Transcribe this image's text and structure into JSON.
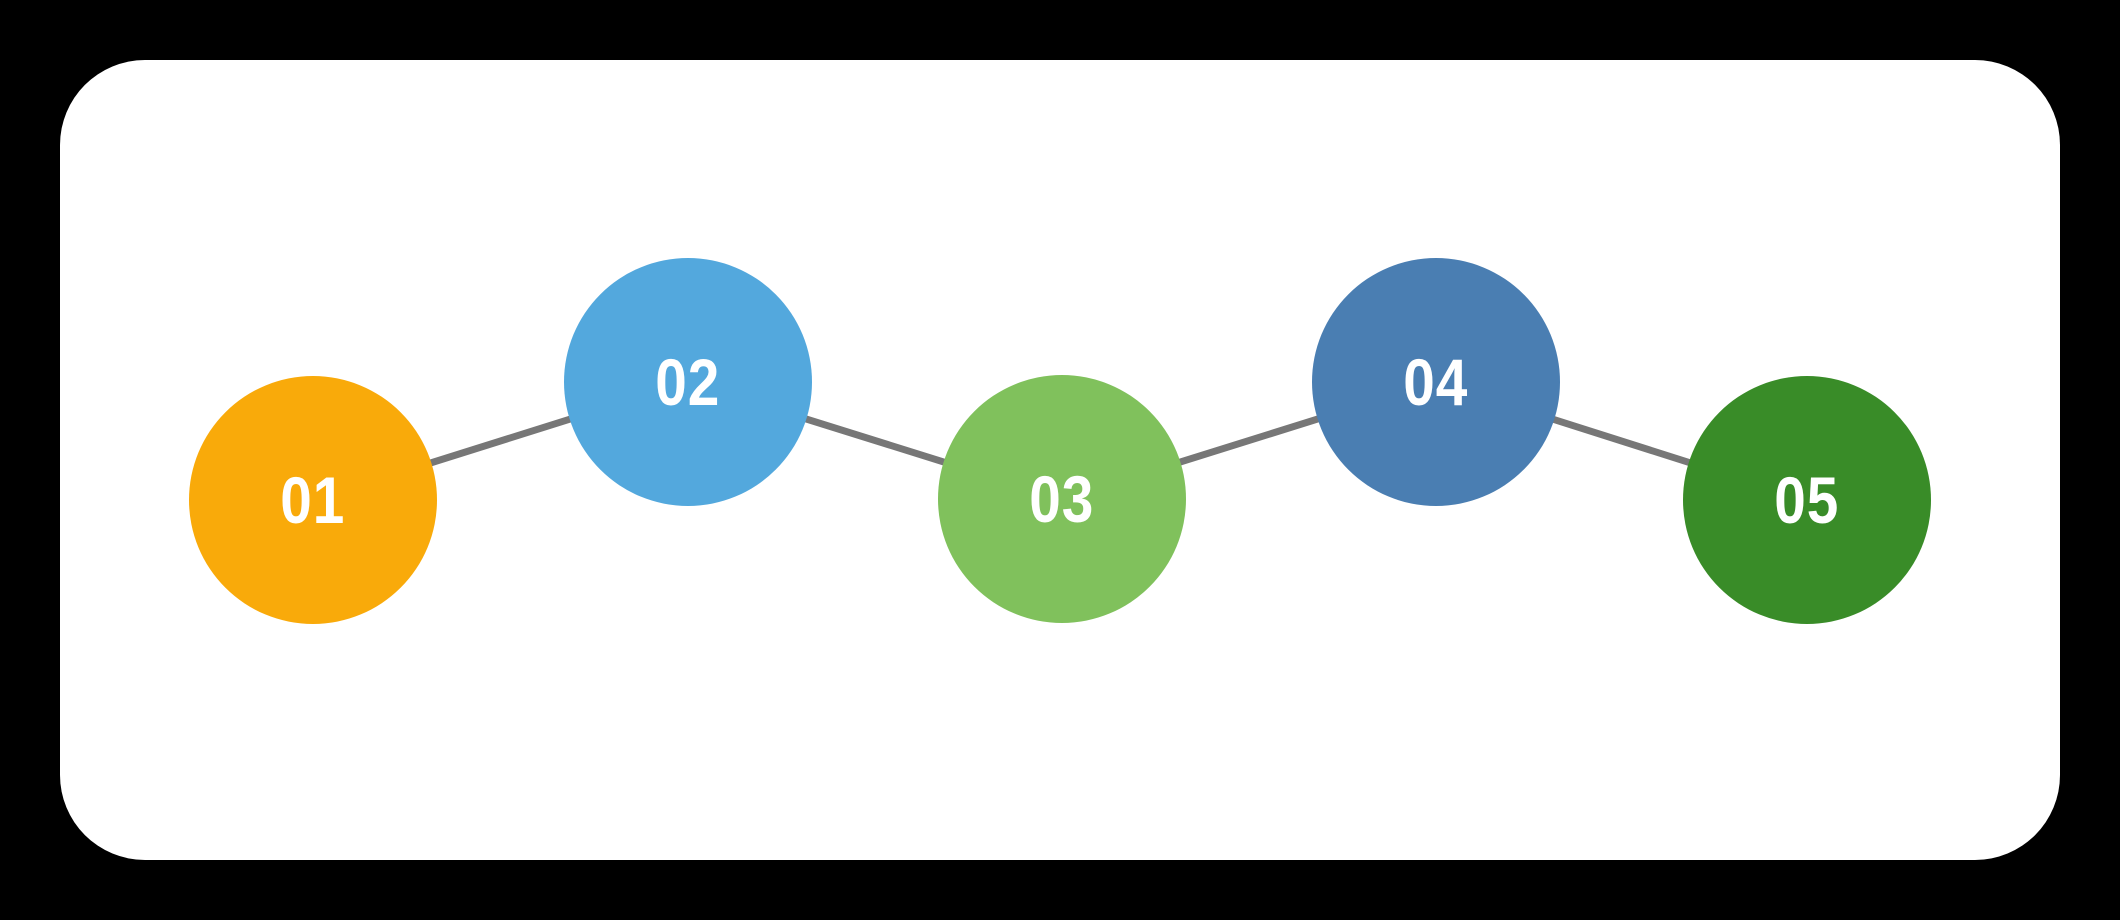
{
  "colors": {
    "page_background": "#000000",
    "card_background": "#ffffff"
  },
  "diagram": {
    "type": "process-flow-zigzag",
    "connector_color": "#777777",
    "label_color": "#ffffff",
    "steps": [
      {
        "label": "01",
        "color": "#F9AA0A",
        "row": "bottom"
      },
      {
        "label": "02",
        "color": "#53A8DD",
        "row": "top"
      },
      {
        "label": "03",
        "color": "#80C15C",
        "row": "bottom"
      },
      {
        "label": "04",
        "color": "#4A7EB2",
        "row": "top"
      },
      {
        "label": "05",
        "color": "#398C28",
        "row": "bottom"
      }
    ]
  }
}
